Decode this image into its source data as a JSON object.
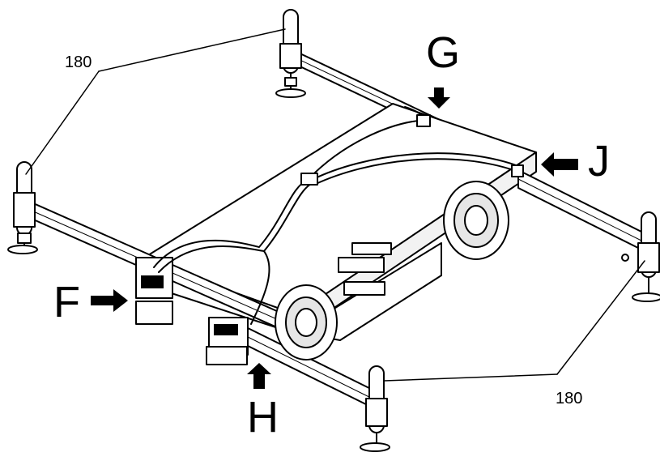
{
  "callouts": {
    "g": "G",
    "j": "J",
    "f": "F",
    "h": "H",
    "part_top_left": "180",
    "part_bottom_right": "180"
  },
  "colors": {
    "line": "#000000",
    "fill": "#ffffff",
    "shade": "#e6e6e6"
  }
}
